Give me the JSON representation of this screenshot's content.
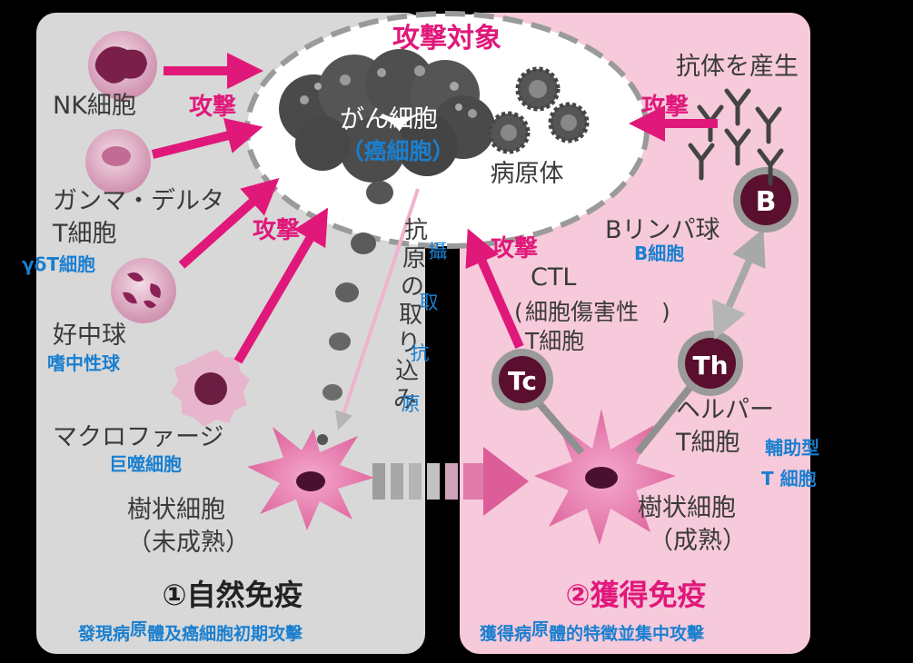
{
  "colors": {
    "accent_pink": "#e0187a",
    "annotation_blue": "#1a7fd0",
    "innate_panel": "#d8d8d8",
    "acquired_panel": "#f6cadb"
  },
  "target": {
    "title": "攻撃対象",
    "cancer_cell": "がん細胞",
    "cancer_cell_cn": "（癌細胞）",
    "pathogen": "病原体"
  },
  "attack_label": "攻撃",
  "innate": {
    "nk": "NK細胞",
    "gamma_delta_line1": "ガンマ・デルタ",
    "gamma_delta_line2": "T細胞",
    "gamma_delta_cn": "γδT細胞",
    "neutrophil": "好中球",
    "neutrophil_cn": "嗜中性球",
    "macrophage": "マクロファージ",
    "macrophage_cn": "巨噬細胞",
    "dendritic_line1": "樹状細胞",
    "dendritic_line2": "（未成熟）",
    "uptake_chars": [
      "抗",
      "原",
      "の",
      "取",
      "り",
      "込",
      "み"
    ],
    "uptake_cn_chars": [
      "攝",
      "取",
      "抗",
      "原"
    ],
    "title": "①自然免疫",
    "caption_a": "發現病",
    "caption_b": "原",
    "caption_c": "體及癌細胞初期攻擊"
  },
  "acquired": {
    "antibody": "抗体を産生",
    "b_badge": "B",
    "b_cell": "Bリンパ球",
    "b_cell_cn": "B細胞",
    "ctl_line1": "CTL",
    "ctl_line2": "細胞傷害性",
    "ctl_line3": "T細胞",
    "tc_badge": "Tc",
    "th_badge": "Th",
    "helper_line1": "ヘルパー",
    "helper_line2": "T細胞",
    "helper_cn_line1": "輔助型",
    "helper_cn_line2": "T 細胞",
    "dendritic_line1": "樹状細胞",
    "dendritic_line2": "（成熟）",
    "title": "②獲得免疫",
    "caption_a": "獲得病",
    "caption_b": "原",
    "caption_c": "體的特徵並集中攻擊"
  }
}
